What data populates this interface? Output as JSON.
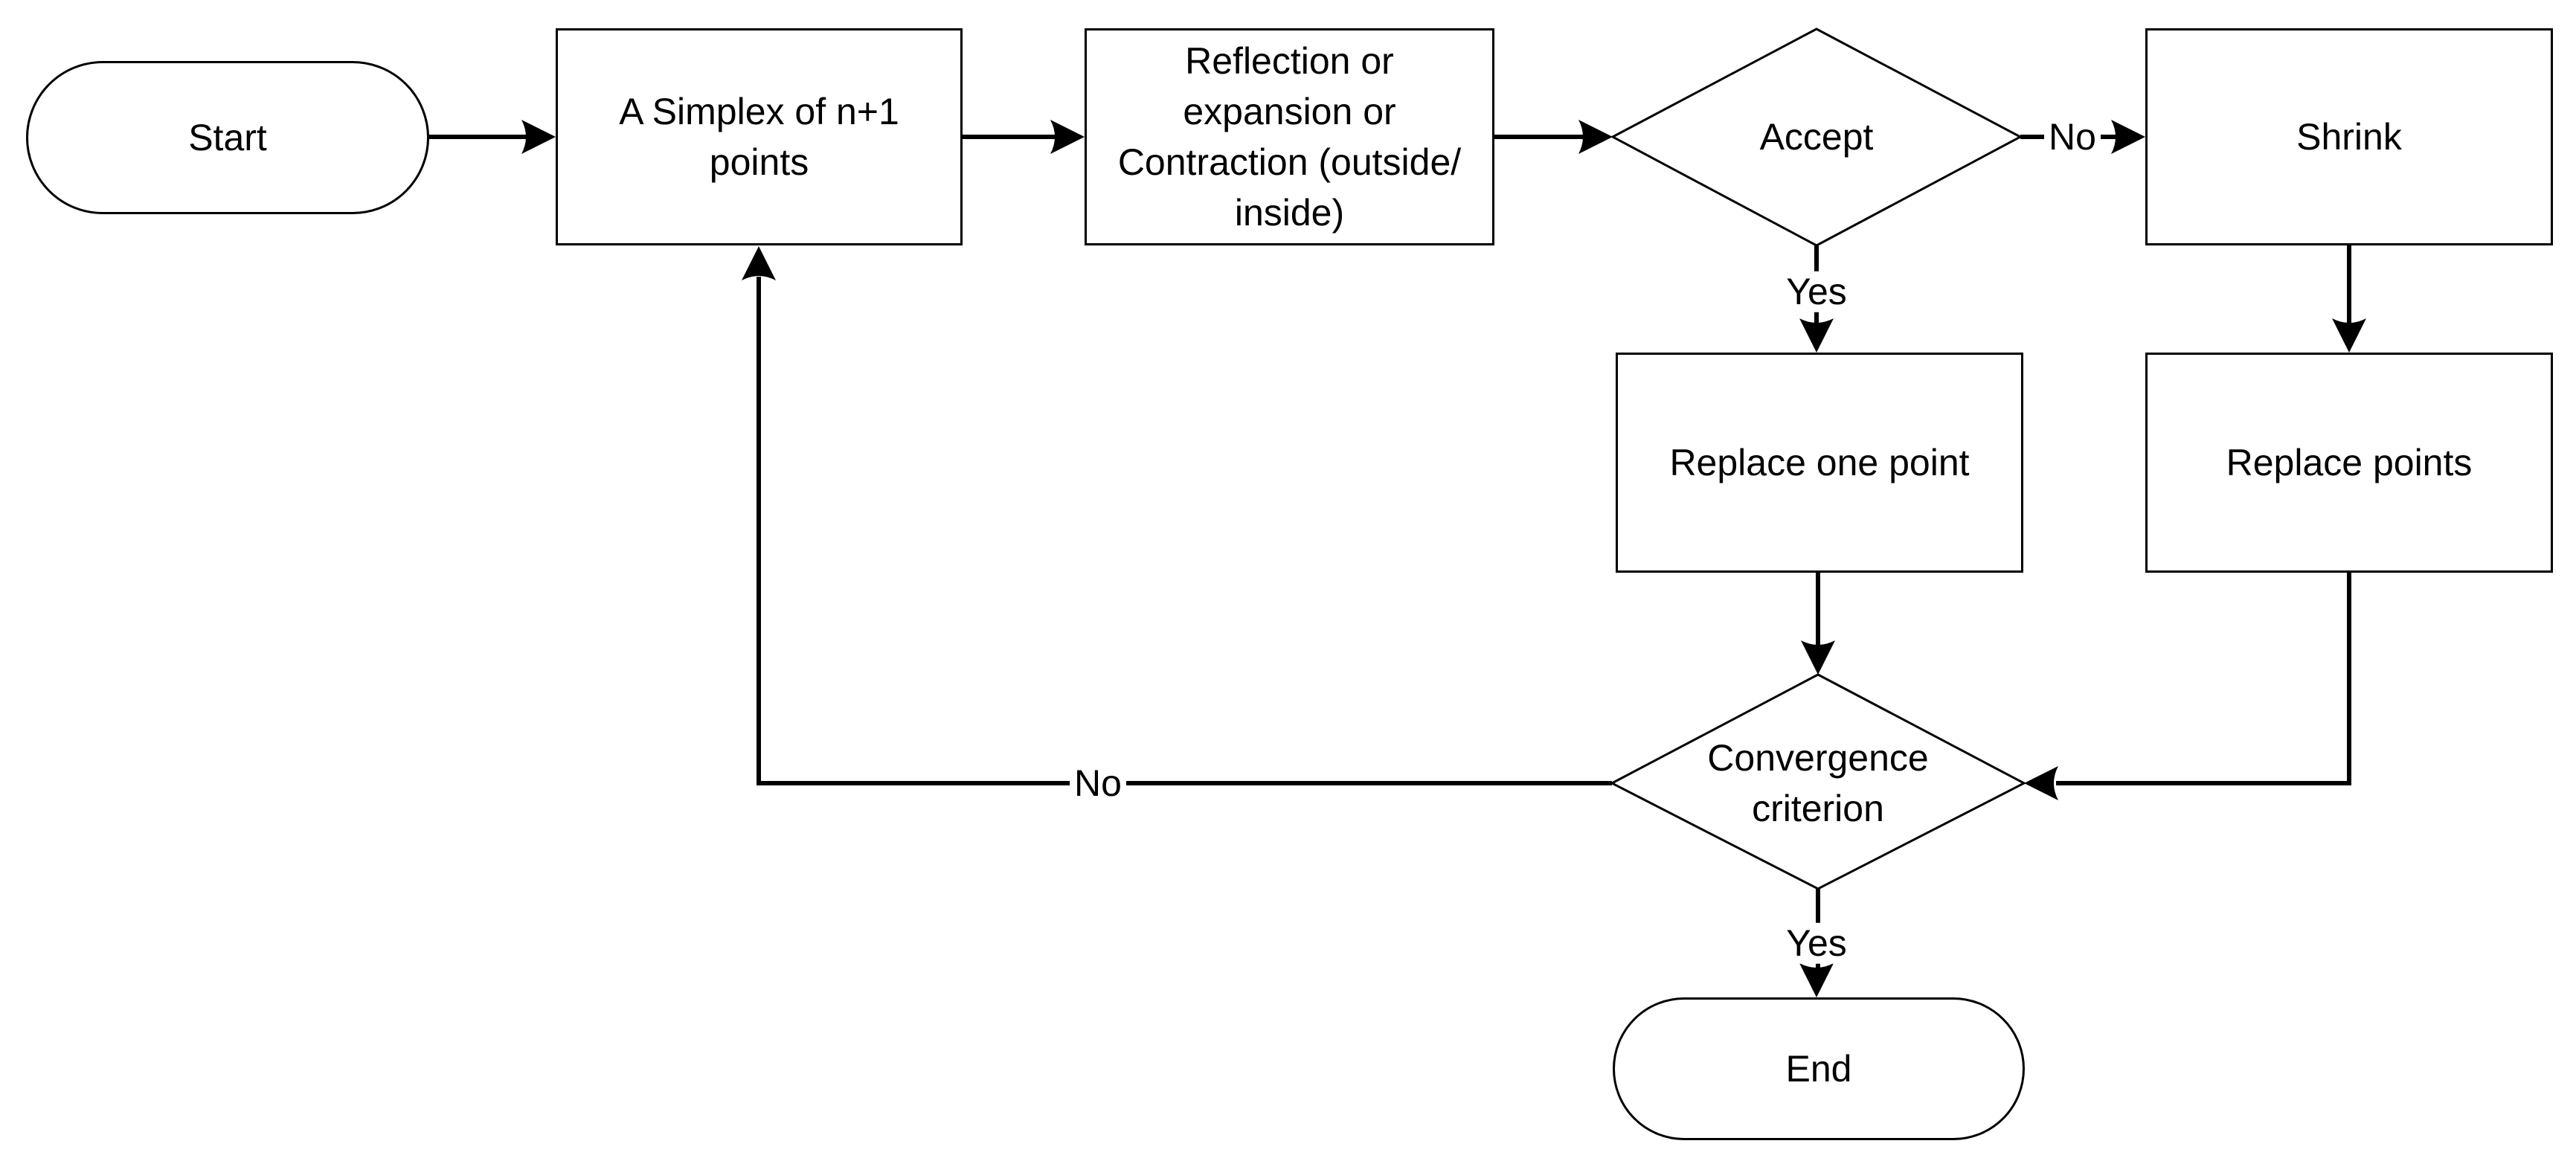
{
  "diagram": {
    "type": "flowchart",
    "background_color": "#ffffff",
    "stroke_color": "#000000",
    "text_color": "#000000",
    "node_fill_color": "#ffffff",
    "nodes": {
      "start": {
        "label": "Start",
        "shape": "terminator"
      },
      "simplex": {
        "label": "A Simplex of n+1 points",
        "shape": "process"
      },
      "reflection": {
        "label": "Reflection or expansion or Contraction (outside/ inside)",
        "shape": "process"
      },
      "accept": {
        "label": "Accept",
        "shape": "decision"
      },
      "shrink": {
        "label": "Shrink",
        "shape": "process"
      },
      "replace_one": {
        "label": "Replace one point",
        "shape": "process"
      },
      "replace_points": {
        "label": "Replace points",
        "shape": "process"
      },
      "convergence": {
        "label": "Convergence criterion",
        "shape": "decision"
      },
      "end": {
        "label": "End",
        "shape": "terminator"
      }
    },
    "edges": [
      {
        "from": "start",
        "to": "simplex",
        "label": ""
      },
      {
        "from": "simplex",
        "to": "reflection",
        "label": ""
      },
      {
        "from": "reflection",
        "to": "accept",
        "label": ""
      },
      {
        "from": "accept",
        "to": "shrink",
        "label": "No"
      },
      {
        "from": "accept",
        "to": "replace_one",
        "label": "Yes"
      },
      {
        "from": "shrink",
        "to": "replace_points",
        "label": ""
      },
      {
        "from": "replace_one",
        "to": "convergence",
        "label": ""
      },
      {
        "from": "replace_points",
        "to": "convergence",
        "label": ""
      },
      {
        "from": "convergence",
        "to": "simplex",
        "label": "No"
      },
      {
        "from": "convergence",
        "to": "end",
        "label": "Yes"
      }
    ]
  }
}
